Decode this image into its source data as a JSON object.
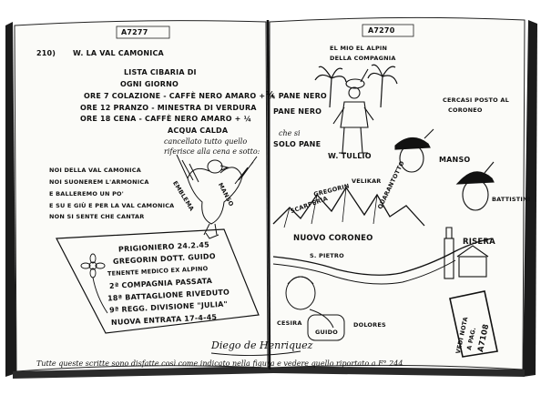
{
  "left_page": {
    "archive_number": "A7277",
    "entry_number": "210)",
    "heading": "W. LA VAL CAMONICA",
    "menu_title": "LISTA CIBARIA DI",
    "menu_subtitle": "OGNI GIORNO",
    "menu_lines": [
      "ORE 7 COLAZIONE - CAFFÈ NERO AMARO + ¼ PANE NERO",
      "ORE 12 PRANZO - MINESTRA DI VERDURA",
      "ORE 18 CENA - CAFFÈ NERO AMARO + ¼",
      "ACQUA CALDA"
    ],
    "menu_note": [
      "cancellato tutto quello",
      "riferisce alla cena e sotto:"
    ],
    "pane_nero_right": "PANE NERO",
    "solo_pane": [
      "che si",
      "SOLO PANE"
    ],
    "song_lines": [
      "NOI DELLA VAL CAMONICA",
      "NOI SUONEREM L'ARMONICA",
      "E BALLEREMO UN PO'",
      "E SU E GIÙ E PER LA VAL CAMONICA",
      "NON SI SENTE CHE CANTAR"
    ],
    "eagle_wing_left": "EMBLEMA",
    "eagle_wing_right": "MANSO",
    "prisoner_lines": [
      "PRIGIONIERO 24.2.45",
      "GREGORIN DOTT. GUIDO",
      "TENENTE MEDICO EX ALPINO",
      "2ª COMPAGNIA PASSATA",
      "18ª BATTAGLIONE RIVEDUTO",
      "9ª REGG. DIVISIONE \"JULIA\"",
      "NUOVA ENTRATA 17-4-45"
    ]
  },
  "right_page": {
    "archive_number": "A7270",
    "alpine_title": [
      "EL MIO EL ALPIN",
      "DELLA COMPAGNIA"
    ],
    "cercasi": [
      "CERCASI POSTO AL",
      "CORONEO"
    ],
    "label_tullio": "W. TULLIO",
    "label_manso": "MANSO",
    "label_battistini": "BATTISTINI",
    "mountain_labels": [
      "SCARPERIA",
      "GREGORIN",
      "VELIKAR",
      "QUARANTOTTO"
    ],
    "nuovo_coroneo": "NUOVO CORONEO",
    "san_pietro": "S. PIETRO",
    "risera": "RISERA",
    "portrait_names": [
      "CESIRA",
      "GUIDO",
      "DOLORES"
    ],
    "vedi_nota": [
      "VEDI NOTA",
      "A PAG.",
      "A7108"
    ]
  },
  "footer": {
    "signature": "Diego de Henriquez",
    "note": "Tutte queste scritte sono disfatte così come indicato nella figura e vedere quello riportato a F° 244"
  }
}
